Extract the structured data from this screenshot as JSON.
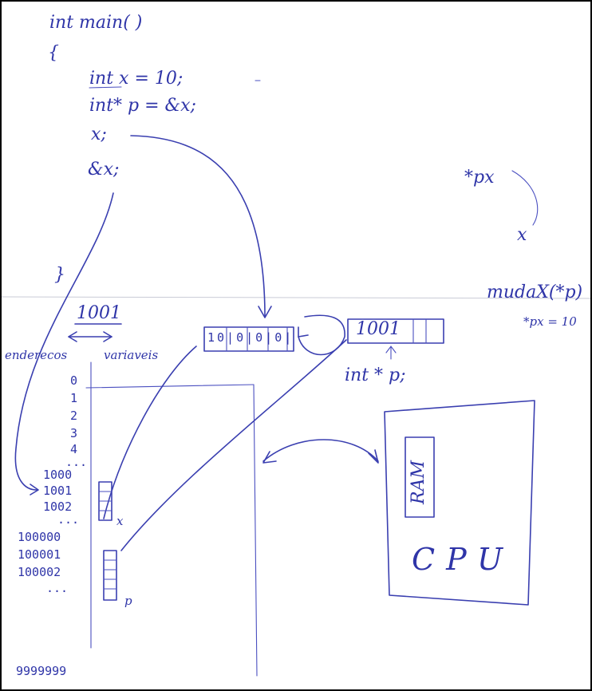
{
  "code": {
    "signature": "int main( )",
    "open_brace": "{",
    "line1": "int  x  = 10;",
    "line2": "int* p = &x;",
    "line3": "x;",
    "line4": "&x;",
    "close_brace": "}"
  },
  "memory_labels": {
    "address_value": "1001",
    "enderecos": "enderecos",
    "variaveis": "variaveis"
  },
  "address_list": [
    "0",
    "1",
    "2",
    "3",
    "4",
    "...",
    "1000",
    "1001",
    "1002",
    "...",
    "100000",
    "100001",
    "100002",
    "...",
    "9999999"
  ],
  "boxes": {
    "x_bits": "10|0|0|0|",
    "p_value": "1001",
    "p_decl": "int * p;",
    "x_tag": "x",
    "p_tag": "p"
  },
  "notes": {
    "deref": "*px",
    "x_mark": "x",
    "muda": "mudaX(*p)",
    "assign": "*px = 10"
  },
  "hardware": {
    "ram": "RAM",
    "cpu": "CPU"
  },
  "colors": {
    "ink": "#3a3fb0",
    "paper": "#ffffff",
    "border": "#000000"
  }
}
